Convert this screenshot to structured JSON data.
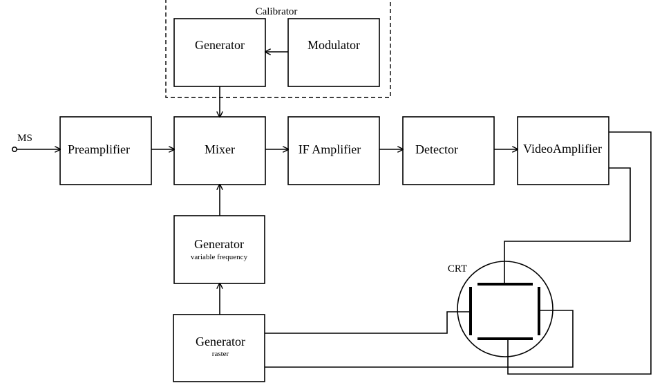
{
  "calibrator": {
    "label": "Calibrator"
  },
  "blocks": {
    "cal_generator": {
      "label": "Generator"
    },
    "modulator": {
      "label": "Modulator"
    },
    "preamplifier": {
      "label": "Preamplifier"
    },
    "mixer": {
      "label": "Mixer"
    },
    "if_amplifier": {
      "label": "IF Amplifier"
    },
    "detector": {
      "label": "Detector"
    },
    "video_amplifier": {
      "label": "VideoAmplifier"
    },
    "vf_generator": {
      "label": "Generator",
      "sublabel": "variable frequency"
    },
    "raster_generator": {
      "label": "Generator",
      "sublabel": "raster"
    }
  },
  "input": {
    "label": "MS"
  },
  "crt": {
    "label": "CRT"
  },
  "colors": {
    "stroke": "#000000",
    "background": "#ffffff"
  }
}
